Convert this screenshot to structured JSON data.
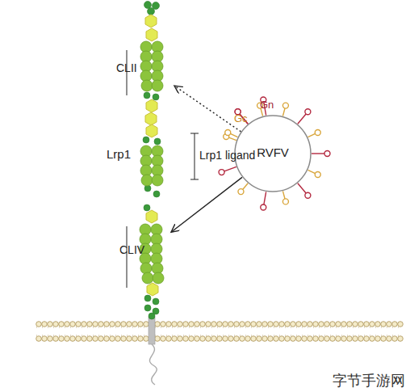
{
  "diagram": {
    "nodes": [
      {
        "text": [
          "CLII"
        ]
      },
      {
        "text": [
          "CLIV"
        ]
      },
      {
        "text": [
          "RVFV"
        ]
      }
    ],
    "edges": [
      {
        "from": 2,
        "to": 0,
        "arrow": "to"
      },
      {
        "from": 2,
        "to": 1,
        "arrow": "to"
      }
    ],
    "labels": [
      "Lrp1",
      "Lrp1 ligand",
      "Gn",
      "Gc",
      "字节手游网"
    ]
  }
}
